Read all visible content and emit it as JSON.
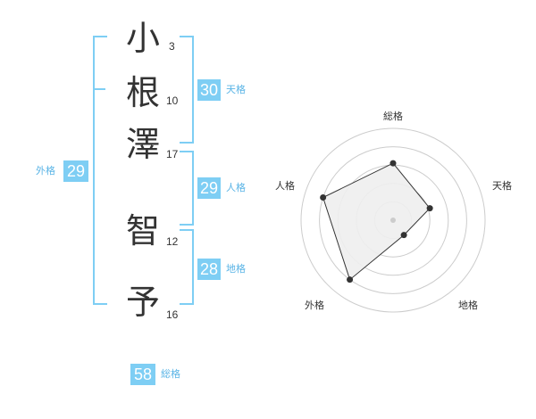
{
  "name": {
    "chars": [
      {
        "char": "小",
        "strokes": "3"
      },
      {
        "char": "根",
        "strokes": "10"
      },
      {
        "char": "澤",
        "strokes": "17"
      },
      {
        "char": "智",
        "strokes": "12"
      },
      {
        "char": "予",
        "strokes": "16"
      }
    ]
  },
  "kaku": {
    "tenkaku": {
      "value": "30",
      "label": "天格"
    },
    "jinkaku": {
      "value": "29",
      "label": "人格"
    },
    "chikaku": {
      "value": "28",
      "label": "地格"
    },
    "gaikaku": {
      "value": "29",
      "label": "外格"
    },
    "soukaku": {
      "value": "58",
      "label": "総格"
    }
  },
  "chart_data": {
    "type": "radar",
    "axes": [
      "総格",
      "天格",
      "地格",
      "外格",
      "人格"
    ],
    "values": [
      0.62,
      0.42,
      0.2,
      0.8,
      0.8
    ],
    "range": [
      0,
      1
    ],
    "rings": 5,
    "colors": {
      "fill": "#eeeeee",
      "line": "#333333",
      "ring": "#cccccc",
      "center": "#cccccc"
    }
  }
}
